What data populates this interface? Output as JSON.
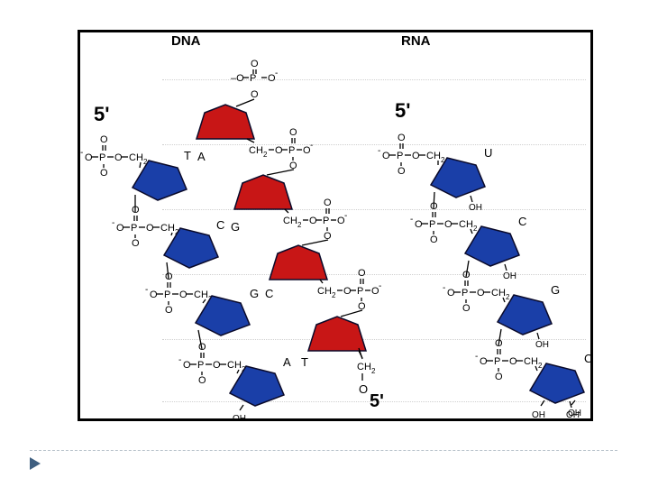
{
  "headers": {
    "dna": "DNA",
    "rna": "RNA"
  },
  "five_prime": "5'",
  "hydroxyl": "OH",
  "chem": {
    "minus": "–",
    "o": "O",
    "p": "P",
    "ch": "CH",
    "sub2": "2",
    "superminus": "-"
  },
  "dna_bases": {
    "left": [
      "T",
      "C",
      "G",
      "A"
    ],
    "right": [
      "A",
      "G",
      "C",
      "T"
    ]
  },
  "rna_bases": [
    "U",
    "C",
    "G",
    "C"
  ],
  "colors": {
    "sugar_blue": "#1a3fa8",
    "sugar_red": "#c81616",
    "frame": "#000000",
    "bullet": "#3f5f80"
  }
}
